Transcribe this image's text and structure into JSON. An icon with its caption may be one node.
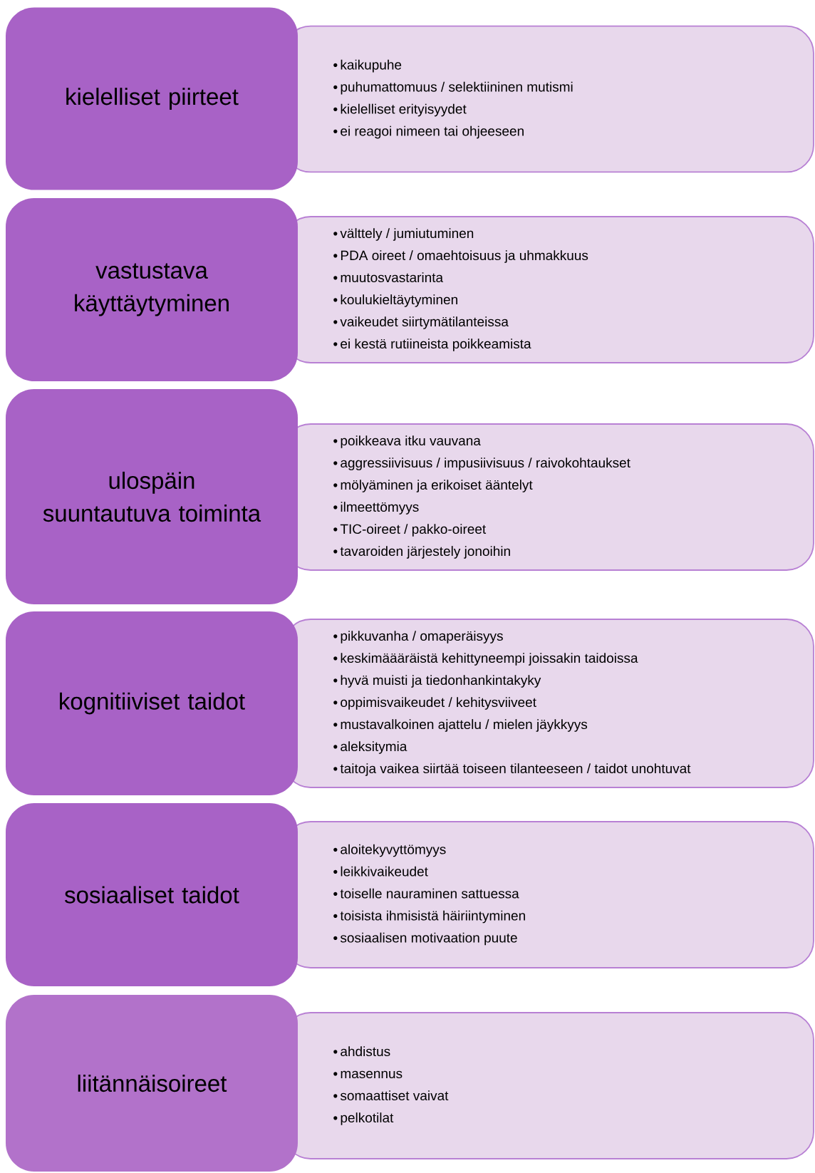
{
  "diagram": {
    "nodes": [
      {
        "text": [
          "kielelliset piirteet"
        ]
      },
      {
        "text": [
          "kaikupuhe",
          "puhumattomuus / selektiininen mutismi",
          "kielelliset erityisyydet",
          "ei reagoi nimeen tai ohjeeseen"
        ]
      },
      {
        "text": [
          "vastustava käyttäytyminen"
        ]
      },
      {
        "text": [
          "välttely / jumiutuminen",
          "PDA oireet / omaehtoisuus ja uhmakkuus",
          "muutosvastarinta",
          "koulukieltäytyminen",
          "vaikeudet siirtymätilanteissa",
          "ei kestä rutiineista poikkeamista"
        ]
      },
      {
        "text": [
          "ulospäin suuntautuva toiminta"
        ]
      },
      {
        "text": [
          "poikkeava itku vauvana",
          "aggressiivisuus / impusiivisuus / raivokohtaukset",
          "mölyäminen ja erikoiset ääntelyt",
          "ilmeettömyys",
          "TIC-oireet / pakko-oireet",
          "tavaroiden järjestely jonoihin"
        ]
      },
      {
        "text": [
          "kognitiiviset taidot"
        ]
      },
      {
        "text": [
          "pikkuvanha / omaperäisyys",
          "keskimäääräistä kehittyneempi joissakin taidoissa",
          "hyvä muisti ja tiedonhankintakyky",
          "oppimisvaikeudet / kehitysviiveet",
          "mustavalkoinen ajattelu / mielen jäykkyys",
          "aleksitymia",
          "taitoja vaikea siirtää toiseen tilanteeseen / taidot unohtuvat"
        ]
      },
      {
        "text": [
          "sosiaaliset taidot"
        ]
      },
      {
        "text": [
          "aloitekyvyttömyys",
          "leikkivaikeudet",
          "toiselle nauraminen sattuessa",
          "toisista ihmisistä häiriintyminen",
          "sosiaalisen motivaation puute"
        ]
      },
      {
        "text": [
          "liitännäisoireet"
        ]
      },
      {
        "text": [
          "ahdistus",
          "masennus",
          "somaattiset vaivat",
          "pelkotilat"
        ]
      }
    ]
  }
}
